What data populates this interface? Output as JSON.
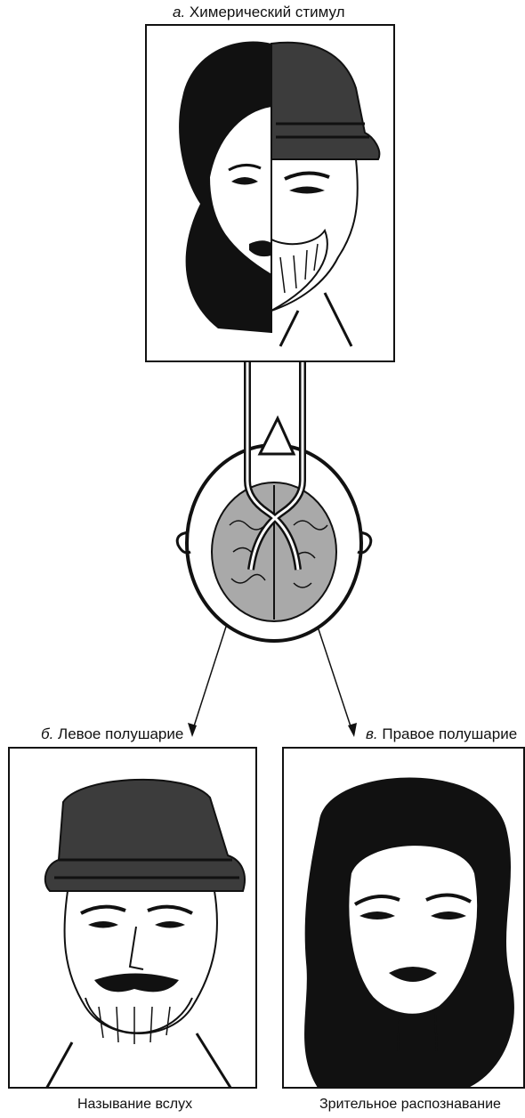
{
  "labels": {
    "a": {
      "letter": "а.",
      "text": "Химерический стимул"
    },
    "b": {
      "letter": "б.",
      "text": "Левое полушарие"
    },
    "v": {
      "letter": "в.",
      "text": "Правое полушарие"
    }
  },
  "captions": {
    "left": "Называние вслух",
    "right": "Зрительное распознавание"
  },
  "colors": {
    "ink": "#111111",
    "brain": "#a9a9a9",
    "hat": "#3c3c3c",
    "paper": "#ffffff"
  }
}
